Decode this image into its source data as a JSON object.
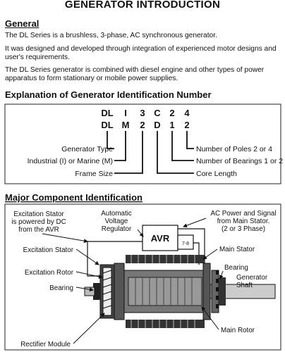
{
  "title": "GENERATOR INTRODUCTION",
  "general": {
    "heading": "General",
    "paragraphs": [
      "The DL Series is a brushless, 3-phase, AC synchronous generator.",
      "It was designed and developed through integration of experienced motor designs and user's requirements.",
      "The DL Series generator is combined with diesel engine and other types of power apparatus to form stationary or mobile power supplies."
    ]
  },
  "identification": {
    "heading": "Explanation of Generator Identification Number",
    "row1": [
      "DL",
      "I",
      "3",
      "C",
      "2",
      "4"
    ],
    "row2": [
      "DL",
      "M",
      "2",
      "D",
      "1",
      "2"
    ],
    "left_labels": [
      "Generator Type",
      "Industrial (I) or Marine (M)",
      "Frame Size"
    ],
    "right_labels": [
      "Number of Poles 2 or 4",
      "Number of Bearings 1 or 2",
      "Core Length"
    ]
  },
  "components": {
    "heading": "Major Component Identification",
    "excitation_stator_note": [
      "Excitation Stator",
      "is powered by DC",
      "from the AVR"
    ],
    "avr_note": [
      "Automatic",
      "Voltage",
      "Regulator"
    ],
    "ac_power_note": [
      "AC Power and Signal",
      "from Main Stator.",
      "(2 or 3 Phase)"
    ],
    "avr_box": "AVR",
    "terminal": "7-8",
    "left_labels": [
      "Excitation Stator",
      "Excitation Rotor",
      "Bearing",
      "Rectifier Module"
    ],
    "right_labels": [
      "Main Stator",
      "Bearing",
      "Generator",
      "Shaft",
      "Main Rotor"
    ]
  }
}
